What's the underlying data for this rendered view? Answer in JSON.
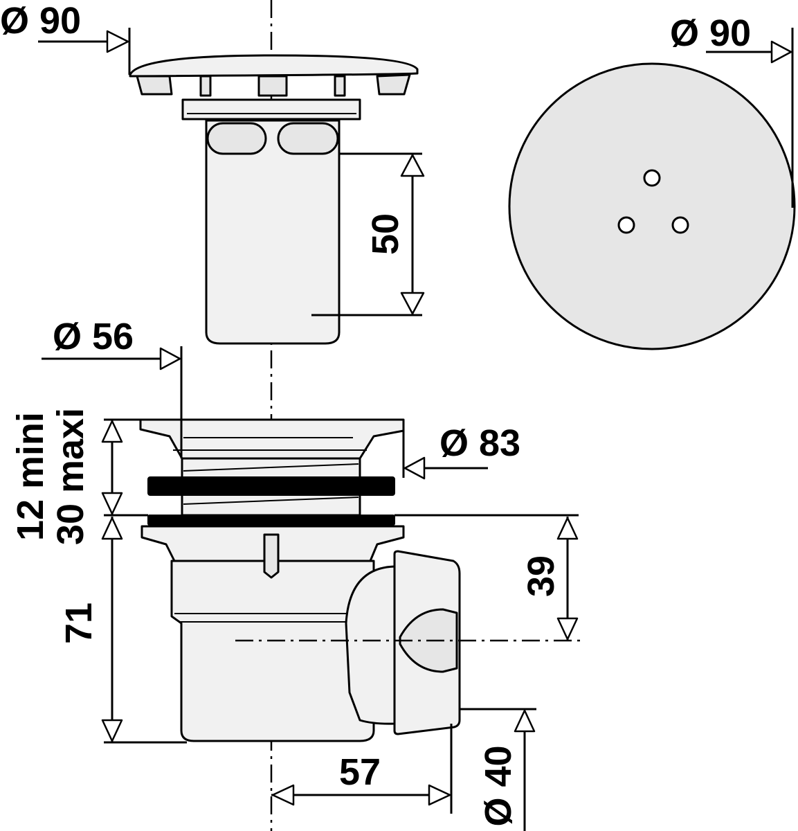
{
  "dimensions": {
    "cover_diameter_side": "Ø 90",
    "cover_diameter_top": "Ø 90",
    "strainer_height": "50",
    "outlet_inner_diameter": "Ø 56",
    "flange_diameter": "Ø 83",
    "clamp_range_min": "12 mini",
    "clamp_range_max": "30 maxi",
    "body_height": "71",
    "outlet_axis_height": "39",
    "outlet_offset": "57",
    "outlet_diameter": "Ø 40"
  },
  "colors": {
    "part_fill": "#e6e6e6",
    "gasket": "#000000",
    "line": "#000000",
    "background": "#ffffff"
  }
}
